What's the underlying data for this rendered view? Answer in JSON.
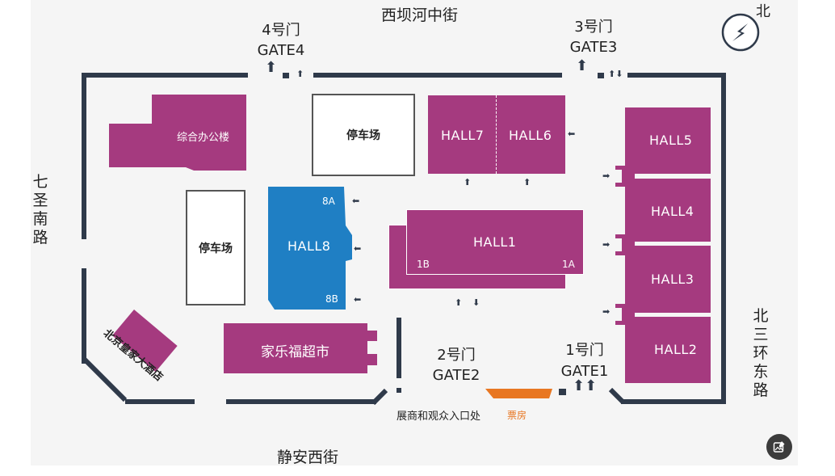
{
  "streets": {
    "north": "西坝河中街",
    "south": "静安西街",
    "west": "七圣南路",
    "east": "北三环东路"
  },
  "compass": {
    "label": "北"
  },
  "gates": {
    "gate4": {
      "cn": "4号门",
      "en": "GATE4"
    },
    "gate3": {
      "cn": "3号门",
      "en": "GATE3"
    },
    "gate2": {
      "cn": "2号门",
      "en": "GATE2"
    },
    "gate1": {
      "cn": "1号门",
      "en": "GATE1"
    }
  },
  "buildings": {
    "office": "综合办公楼",
    "parking_north": "停车场",
    "parking_west": "停车场",
    "hall7": "HALL7",
    "hall6": "HALL6",
    "hall5": "HALL5",
    "hall4": "HALL4",
    "hall3": "HALL3",
    "hall2": "HALL2",
    "hall1": "HALL1",
    "hall1_1a": "1A",
    "hall1_1b": "1B",
    "hall8": "HALL8",
    "hall8_8a": "8A",
    "hall8_8b": "8B",
    "supermarket": "家乐福超市",
    "hotel": "北京皇家大酒店"
  },
  "entrance_note": "展商和观众入口处",
  "ticket_office": "票房",
  "colors": {
    "hall": "#a53a7f",
    "hall8": "#1f7fc4",
    "ticket": "#e87722",
    "wall": "#2f3a4a"
  },
  "icons": {
    "compass": "north-arrow-icon",
    "fab": "image-edit-icon"
  }
}
